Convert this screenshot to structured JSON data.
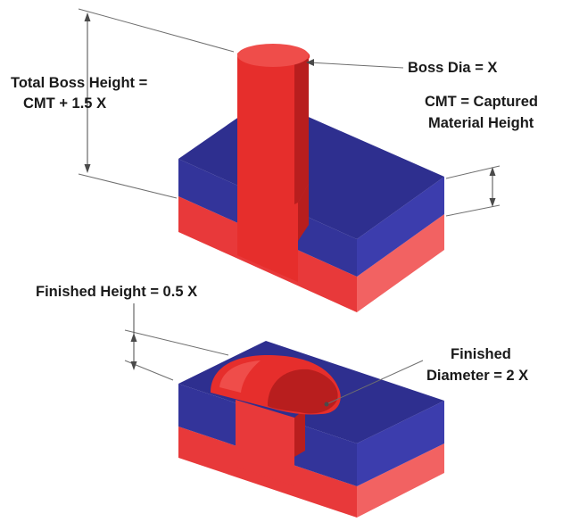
{
  "labels": {
    "total_boss_height_line1": "Total Boss Height =",
    "total_boss_height_line2": "CMT + 1.5 X",
    "boss_dia": "Boss Dia = X",
    "cmt_line1": "CMT = Captured",
    "cmt_line2": "Material Height",
    "finished_height": "Finished Height =  0.5  X",
    "finished_diameter_line1": "Finished",
    "finished_diameter_line2": "Diameter = 2 X"
  },
  "colors": {
    "blue_top": "#2e2f8f",
    "blue_front": "#33349a",
    "blue_side": "#3c3dad",
    "red_front": "#e8393a",
    "red_side": "#f26262",
    "boss_red": "#e62e2c",
    "boss_top": "#ef4d4a",
    "boss_shade": "#b81e1e"
  }
}
